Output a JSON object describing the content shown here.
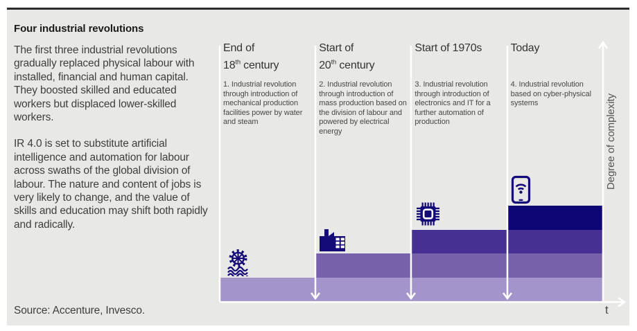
{
  "panel": {
    "title": "Four industrial revolutions",
    "intro_paragraph_1": "The first three industrial revolutions gradually replaced physical labour with installed, financial and human capital. They boosted skilled and educated workers but displaced lower-skilled workers.",
    "intro_paragraph_2": "IR 4.0 is set to substitute artificial intelligence and automation for labour across swaths of the global division of labour. The nature and content of jobs is very likely to change, and the value of skills and education may shift both rapidly and radically.",
    "source": "Source: Accenture, Invesco."
  },
  "chart_data": {
    "type": "bar",
    "subtype": "stepped-stacked-timeline",
    "title": "Four industrial revolutions",
    "xlabel": "t",
    "ylabel": "Degree of complexity",
    "categories": [
      "End of 18th century",
      "Start of 20th century",
      "Start of 1970s",
      "Today"
    ],
    "values": [
      1,
      2,
      3,
      4
    ],
    "value_meaning": "degree of complexity step level per era",
    "ylim": [
      0,
      4
    ],
    "grid": false,
    "legend": false,
    "axis_color": "#ffffff",
    "level_colors": [
      "#a494cc",
      "#7761ab",
      "#463091",
      "#0d0573"
    ],
    "eras": [
      {
        "title_line1": "End of",
        "title_line2_pre": "18",
        "title_line2_sup": "th",
        "title_line2_post": " century",
        "description": "1. Industrial revolution through introduction of mechanical production facilities power by water and steam",
        "icon": "water-wheel-icon",
        "level": 1
      },
      {
        "title_line1": "Start of",
        "title_line2_pre": "20",
        "title_line2_sup": "th",
        "title_line2_post": " century",
        "description": "2. Industrial revolution through introduction of mass production based on the division of labour and powered by electrical energy",
        "icon": "factory-icon",
        "level": 2
      },
      {
        "title_line1": "Start of 1970s",
        "title_line2_pre": "",
        "title_line2_sup": "",
        "title_line2_post": "",
        "description": "3. Industrial revolution through introduction of electronics and IT for a further automation of production",
        "icon": "microchip-icon",
        "level": 3
      },
      {
        "title_line1": "Today",
        "title_line2_pre": "",
        "title_line2_sup": "",
        "title_line2_post": "",
        "description": "4. Industrial revolution based on cyber-physical systems",
        "icon": "smartphone-icon",
        "level": 4
      }
    ]
  },
  "colors": {
    "background": "#ffffff",
    "panel_bg": "#e8e8e6",
    "top_rule": "#2b2b2b",
    "icon_navy": "#140a78",
    "text_dark": "#1b1b1b",
    "text_body": "#3e3e3e",
    "axis_white": "#ffffff"
  }
}
